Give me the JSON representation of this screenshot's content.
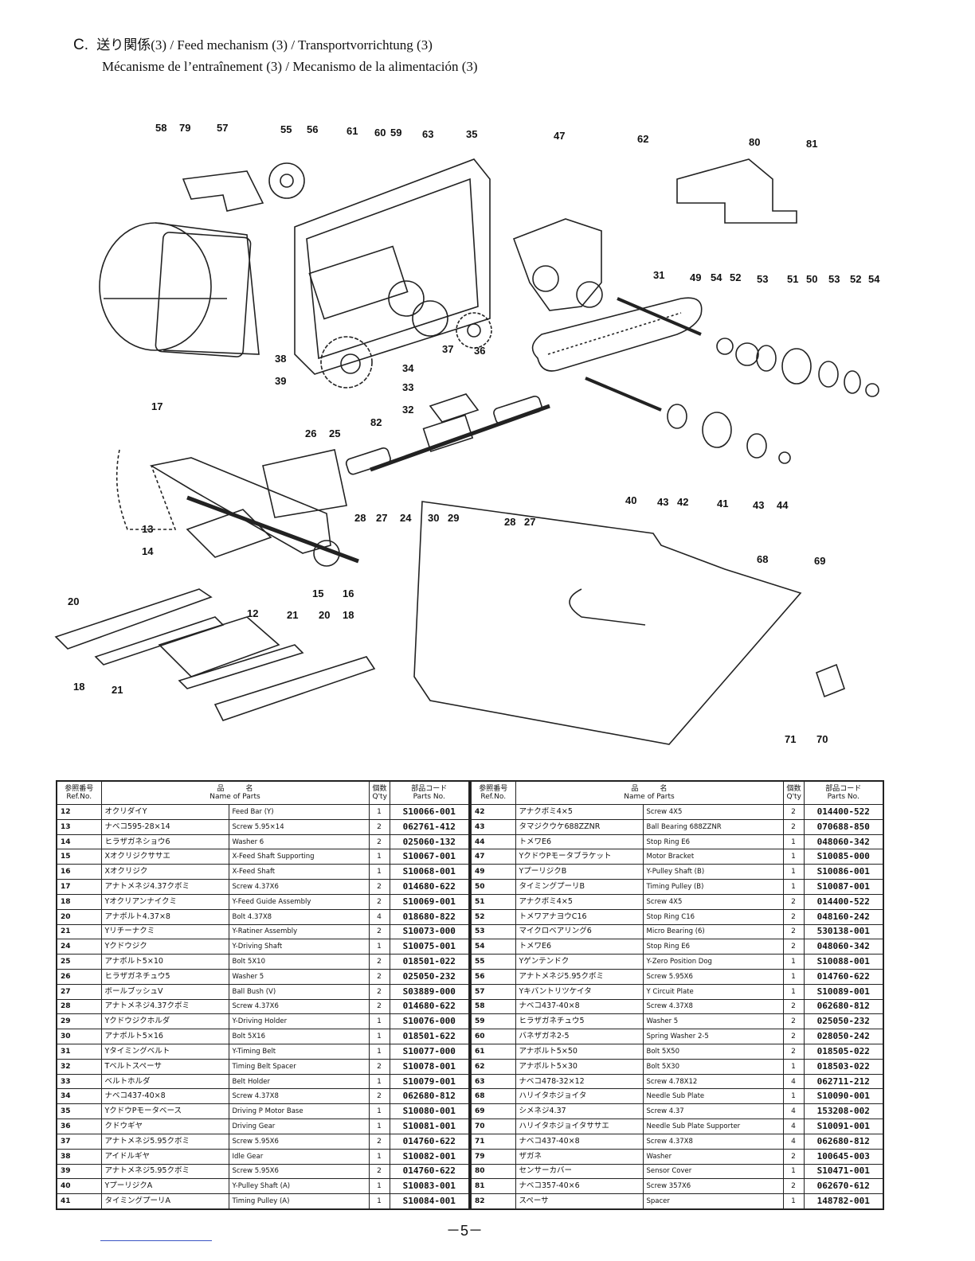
{
  "header": {
    "section_letter": "C.",
    "title_line1": "送り関係(3) / Feed mechanism (3) / Transportvorrichtung (3)",
    "title_line2": "Mécanisme de l’entraînement (3) / Mecanismo de la alimentación (3)"
  },
  "diagram": {
    "callouts": [
      "58",
      "79",
      "57",
      "55",
      "56",
      "61",
      "60",
      "59",
      "63",
      "35",
      "47",
      "62",
      "80",
      "81",
      "31",
      "49",
      "54",
      "52",
      "53",
      "51",
      "50",
      "53",
      "52",
      "54",
      "38",
      "39",
      "37",
      "36",
      "34",
      "33",
      "32",
      "82",
      "17",
      "26",
      "25",
      "27",
      "24",
      "30",
      "29",
      "28",
      "28",
      "27",
      "40",
      "43",
      "42",
      "41",
      "43",
      "44",
      "13",
      "14",
      "15",
      "16",
      "68",
      "69",
      "20",
      "12",
      "21",
      "20",
      "18",
      "18",
      "21",
      "71",
      "70"
    ]
  },
  "table_headers": {
    "ref_jp": "参照番号",
    "ref_en": "Ref.No.",
    "name_jp": "品　　　名",
    "name_en": "Name of Parts",
    "qty_jp": "個数",
    "qty_en": "Q'ty",
    "code_jp": "部品コード",
    "code_en": "Parts No."
  },
  "parts_left": [
    {
      "ref": "12",
      "jp": "オクリダイY",
      "en": "Feed Bar (Y)",
      "qty": "1",
      "code": "S10066-001"
    },
    {
      "ref": "13",
      "jp": "ナベコ595-28×14",
      "en": "Screw 5.95×14",
      "qty": "2",
      "code": "062761-412"
    },
    {
      "ref": "14",
      "jp": "ヒラザガネショウ6",
      "en": "Washer 6",
      "qty": "2",
      "code": "025060-132"
    },
    {
      "ref": "15",
      "jp": "Xオクリジクササエ",
      "en": "X-Feed Shaft Supporting",
      "qty": "1",
      "code": "S10067-001"
    },
    {
      "ref": "16",
      "jp": "Xオクリジク",
      "en": "X-Feed Shaft",
      "qty": "1",
      "code": "S10068-001"
    },
    {
      "ref": "17",
      "jp": "アナトメネジ4.37クボミ",
      "en": "Screw 4.37X6",
      "qty": "2",
      "code": "014680-622"
    },
    {
      "ref": "18",
      "jp": "Yオクリアンナイクミ",
      "en": "Y-Feed Guide Assembly",
      "qty": "2",
      "code": "S10069-001"
    },
    {
      "ref": "20",
      "jp": "アナボルト4.37×8",
      "en": "Bolt 4.37X8",
      "qty": "4",
      "code": "018680-822"
    },
    {
      "ref": "21",
      "jp": "Yリチーナクミ",
      "en": "Y-Ratiner Assembly",
      "qty": "2",
      "code": "S10073-000"
    },
    {
      "ref": "24",
      "jp": "Yクドウジク",
      "en": "Y-Driving Shaft",
      "qty": "1",
      "code": "S10075-001"
    },
    {
      "ref": "25",
      "jp": "アナボルト5×10",
      "en": "Bolt 5X10",
      "qty": "2",
      "code": "018501-022"
    },
    {
      "ref": "26",
      "jp": "ヒラザガネチュウ5",
      "en": "Washer 5",
      "qty": "2",
      "code": "025050-232"
    },
    {
      "ref": "27",
      "jp": "ボールブッシュV",
      "en": "Ball Bush (V)",
      "qty": "2",
      "code": "S03889-000"
    },
    {
      "ref": "28",
      "jp": "アナトメネジ4.37クボミ",
      "en": "Screw 4.37X6",
      "qty": "2",
      "code": "014680-622"
    },
    {
      "ref": "29",
      "jp": "Yクドウジクホルダ",
      "en": "Y-Driving Holder",
      "qty": "1",
      "code": "S10076-000"
    },
    {
      "ref": "30",
      "jp": "アナボルト5×16",
      "en": "Bolt 5X16",
      "qty": "1",
      "code": "018501-622"
    },
    {
      "ref": "31",
      "jp": "Yタイミングベルト",
      "en": "Y-Timing Belt",
      "qty": "1",
      "code": "S10077-000"
    },
    {
      "ref": "32",
      "jp": "Tベルトスペーサ",
      "en": "Timing Belt Spacer",
      "qty": "2",
      "code": "S10078-001"
    },
    {
      "ref": "33",
      "jp": "ベルトホルダ",
      "en": "Belt Holder",
      "qty": "1",
      "code": "S10079-001"
    },
    {
      "ref": "34",
      "jp": "ナベコ437-40×8",
      "en": "Screw 4.37X8",
      "qty": "2",
      "code": "062680-812"
    },
    {
      "ref": "35",
      "jp": "YクドウPモータベース",
      "en": "Driving P Motor Base",
      "qty": "1",
      "code": "S10080-001"
    },
    {
      "ref": "36",
      "jp": "クドウギヤ",
      "en": "Driving Gear",
      "qty": "1",
      "code": "S10081-001"
    },
    {
      "ref": "37",
      "jp": "アナトメネジ5.95クボミ",
      "en": "Screw 5.95X6",
      "qty": "2",
      "code": "014760-622"
    },
    {
      "ref": "38",
      "jp": "アイドルギヤ",
      "en": "Idle Gear",
      "qty": "1",
      "code": "S10082-001"
    },
    {
      "ref": "39",
      "jp": "アナトメネジ5.95クボミ",
      "en": "Screw 5.95X6",
      "qty": "2",
      "code": "014760-622"
    },
    {
      "ref": "40",
      "jp": "YプーリジクA",
      "en": "Y-Pulley Shaft (A)",
      "qty": "1",
      "code": "S10083-001"
    },
    {
      "ref": "41",
      "jp": "タイミングプーリA",
      "en": "Timing Pulley (A)",
      "qty": "1",
      "code": "S10084-001"
    }
  ],
  "parts_right": [
    {
      "ref": "42",
      "jp": "アナクボミ4×5",
      "en": "Screw 4X5",
      "qty": "2",
      "code": "014400-522"
    },
    {
      "ref": "43",
      "jp": "タマジクウケ688ZZNR",
      "en": "Ball Bearing 688ZZNR",
      "qty": "2",
      "code": "070688-850"
    },
    {
      "ref": "44",
      "jp": "トメワE6",
      "en": "Stop Ring E6",
      "qty": "1",
      "code": "048060-342"
    },
    {
      "ref": "47",
      "jp": "YクドウPモータブラケット",
      "en": "Motor Bracket",
      "qty": "1",
      "code": "S10085-000"
    },
    {
      "ref": "49",
      "jp": "YプーリジクB",
      "en": "Y-Pulley Shaft (B)",
      "qty": "1",
      "code": "S10086-001"
    },
    {
      "ref": "50",
      "jp": "タイミングプーリB",
      "en": "Timing Pulley (B)",
      "qty": "1",
      "code": "S10087-001"
    },
    {
      "ref": "51",
      "jp": "アナクボミ4×5",
      "en": "Screw 4X5",
      "qty": "2",
      "code": "014400-522"
    },
    {
      "ref": "52",
      "jp": "トメワアナヨウC16",
      "en": "Stop Ring C16",
      "qty": "2",
      "code": "048160-242"
    },
    {
      "ref": "53",
      "jp": "マイクロベアリング6",
      "en": "Micro Bearing (6)",
      "qty": "2",
      "code": "530138-001"
    },
    {
      "ref": "54",
      "jp": "トメワE6",
      "en": "Stop Ring E6",
      "qty": "2",
      "code": "048060-342"
    },
    {
      "ref": "55",
      "jp": "Yゲンテンドク",
      "en": "Y-Zero Position Dog",
      "qty": "1",
      "code": "S10088-001"
    },
    {
      "ref": "56",
      "jp": "アナトメネジ5.95クボミ",
      "en": "Screw 5.95X6",
      "qty": "1",
      "code": "014760-622"
    },
    {
      "ref": "57",
      "jp": "Yキバントリツケイタ",
      "en": "Y Circuit Plate",
      "qty": "1",
      "code": "S10089-001"
    },
    {
      "ref": "58",
      "jp": "ナベコ437-40×8",
      "en": "Screw 4.37X8",
      "qty": "2",
      "code": "062680-812"
    },
    {
      "ref": "59",
      "jp": "ヒラザガネチュウ5",
      "en": "Washer 5",
      "qty": "2",
      "code": "025050-232"
    },
    {
      "ref": "60",
      "jp": "バネザガネ2-5",
      "en": "Spring Washer 2-5",
      "qty": "2",
      "code": "028050-242"
    },
    {
      "ref": "61",
      "jp": "アナボルト5×50",
      "en": "Bolt 5X50",
      "qty": "2",
      "code": "018505-022"
    },
    {
      "ref": "62",
      "jp": "アナボルト5×30",
      "en": "Bolt 5X30",
      "qty": "1",
      "code": "018503-022"
    },
    {
      "ref": "63",
      "jp": "ナベコ478-32×12",
      "en": "Screw 4.78X12",
      "qty": "4",
      "code": "062711-212"
    },
    {
      "ref": "68",
      "jp": "ハリイタホジョイタ",
      "en": "Needle Sub Plate",
      "qty": "1",
      "code": "S10090-001"
    },
    {
      "ref": "69",
      "jp": "シメネジ4.37",
      "en": "Screw 4.37",
      "qty": "4",
      "code": "153208-002"
    },
    {
      "ref": "70",
      "jp": "ハリイタホジョイタササエ",
      "en": "Needle Sub Plate Supporter",
      "qty": "4",
      "code": "S10091-001"
    },
    {
      "ref": "71",
      "jp": "ナベコ437-40×8",
      "en": "Screw 4.37X8",
      "qty": "4",
      "code": "062680-812"
    },
    {
      "ref": "79",
      "jp": "ザガネ",
      "en": "Washer",
      "qty": "2",
      "code": "100645-003"
    },
    {
      "ref": "80",
      "jp": "センサーカバー",
      "en": "Sensor Cover",
      "qty": "1",
      "code": "S10471-001"
    },
    {
      "ref": "81",
      "jp": "ナベコ357-40×6",
      "en": "Screw 357X6",
      "qty": "2",
      "code": "062670-612"
    },
    {
      "ref": "82",
      "jp": "スペーサ",
      "en": "Spacer",
      "qty": "1",
      "code": "148782-001"
    }
  ],
  "footer": {
    "page_number": "－5－"
  }
}
